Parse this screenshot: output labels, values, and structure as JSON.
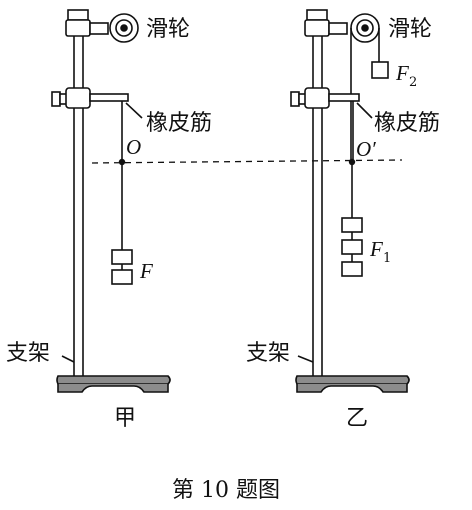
{
  "labels": {
    "pulley_left": "滑轮",
    "pulley_right": "滑轮",
    "rubber_left": "橡皮筋",
    "rubber_right": "橡皮筋",
    "stand_left": "支架",
    "stand_right": "支架",
    "point_left": "O",
    "point_right": "O′",
    "force_left": "F",
    "force_right_1": "F",
    "force_right_1_sub": "1",
    "force_right_2": "F",
    "force_right_2_sub": "2",
    "panel_left": "甲",
    "panel_right": "乙",
    "caption": "第 10 题图"
  },
  "colors": {
    "ink": "#111111",
    "base_fill": "#8c8c8c"
  }
}
